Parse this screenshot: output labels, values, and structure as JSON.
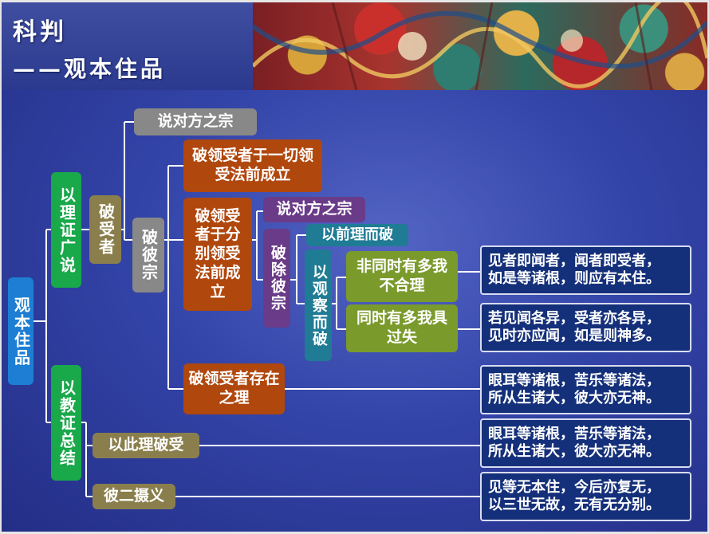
{
  "title": {
    "main": "科判",
    "sub": "——观本住品"
  },
  "colors": {
    "orange": "#b0470d",
    "khaki": "#8a7f4c",
    "grey": "#888888",
    "purple": "#6a3b88",
    "teal": "#1f7c94",
    "olive": "#7a9a2c",
    "green": "#19a84a",
    "blue": "#1d7ed4",
    "navy": "#15307a"
  },
  "nodes": {
    "root": "观本住品",
    "liyi": "以理证广说",
    "pohou": "破受者",
    "shuo1": "说对方之宗",
    "pobizong": "破彼宗",
    "poyiqie": "破领受者于一切领受法前成立",
    "pofenbie": "破领受者于分别领受法前成立",
    "shuo2": "说对方之宗",
    "pochu": "破除彼宗",
    "yiqianli": "以前理而破",
    "yiguancha": "以观察而破",
    "feitong": "非同时有多我不合理",
    "tongshi": "同时有多我具过失",
    "pocun": "破领受者存在之理",
    "yijiao": "以教证总结",
    "yici": "以此理破受",
    "bier": "彼二摄义"
  },
  "quotes": {
    "q1": [
      "见者即闻者，闻者即受者，",
      "如是等诸根，则应有本住。"
    ],
    "q2": [
      "若见闻各异，受者亦各异，",
      "见时亦应闻，如是则神多。"
    ],
    "q3": [
      "眼耳等诸根，苦乐等诸法，",
      "所从生诸大，彼大亦无神。"
    ],
    "q4": [
      "眼耳等诸根，苦乐等诸法，",
      "所从生诸大，彼大亦无神。"
    ],
    "q5": [
      "见等无本住，今后亦复无，",
      "以三世无故，无有无分别。"
    ]
  }
}
